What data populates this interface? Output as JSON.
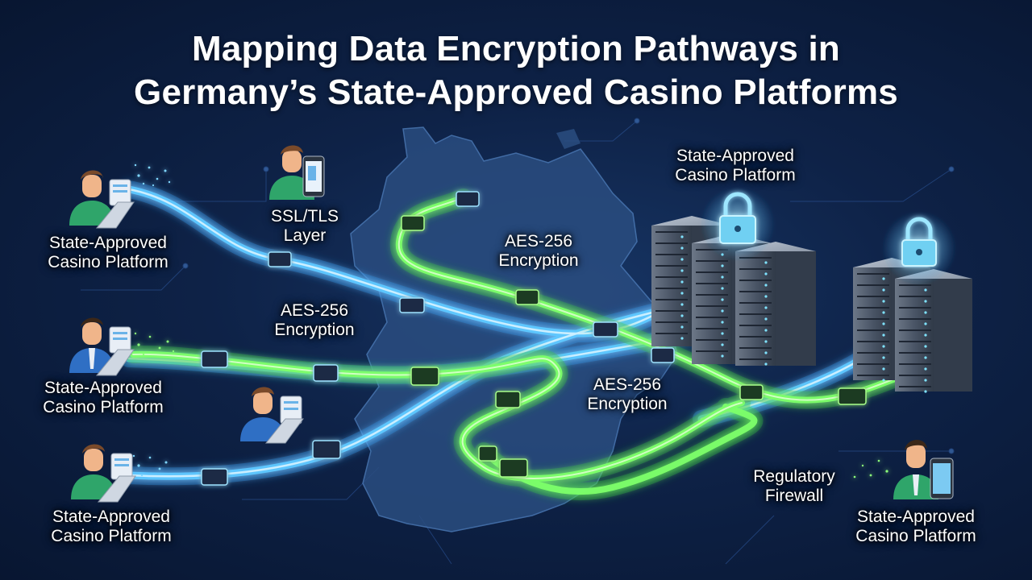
{
  "title": {
    "line1": "Mapping Data Encryption Pathways in",
    "line2": "Germany’s State-Approved Casino Platforms"
  },
  "labels": {
    "platform_left_1": [
      "State-Approved",
      "Casino Platform"
    ],
    "platform_left_2": [
      "State-Approved",
      "Casino Platform"
    ],
    "platform_left_3": [
      "State-Approved",
      "Casino Platform"
    ],
    "platform_right_bottom": [
      "State-Approved",
      "Casino Platform"
    ],
    "platform_top_right": [
      "State-Approved",
      "Casino Platform"
    ],
    "ssl_tls": [
      "SSL/TLS",
      "Layer"
    ],
    "aes_top": [
      "AES-256",
      "Encryption"
    ],
    "aes_left": [
      "AES-256",
      "Encryption"
    ],
    "aes_center": [
      "AES-256",
      "Encryption"
    ],
    "firewall": [
      "Regulatory",
      "Firewall"
    ]
  },
  "colors": {
    "background": "#0e2247",
    "map_fill": "#2a4d80",
    "blue_stream": "#5fc8ff",
    "green_stream": "#7dff6a",
    "server_body": "#5a6474",
    "lock": "#8fe4ff",
    "person_shirt_green": "#2fa56a",
    "person_shirt_blue": "#2f6fc4"
  },
  "icons": [
    "user-laptop-icon",
    "user-phone-icon",
    "server-rack-icon",
    "padlock-icon",
    "germany-map-icon"
  ]
}
